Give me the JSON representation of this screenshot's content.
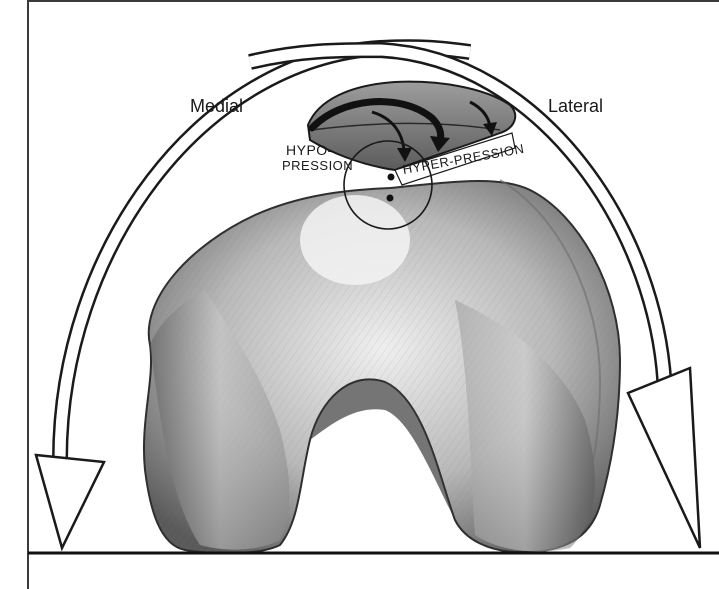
{
  "labels": {
    "medial": "Medial",
    "lateral": "Lateral",
    "hypo_line1": "HYPO-",
    "hypo_line2": "PRESSION",
    "hyper": "HYPER-PRESSION"
  },
  "colors": {
    "frame": "#3a3a3a",
    "arrow_outline": "#1a1a1a",
    "arrow_fill": "#ffffff",
    "bone_light": "#e8e8e8",
    "bone_mid": "#a8a8a8",
    "bone_dark": "#4a4a4a",
    "ground": "#111111"
  },
  "icons": {
    "medial_arrow": "curved-arrow-down-left",
    "lateral_arrow": "curved-arrow-down-right",
    "patella_arrows": "curved-force-arrows"
  }
}
